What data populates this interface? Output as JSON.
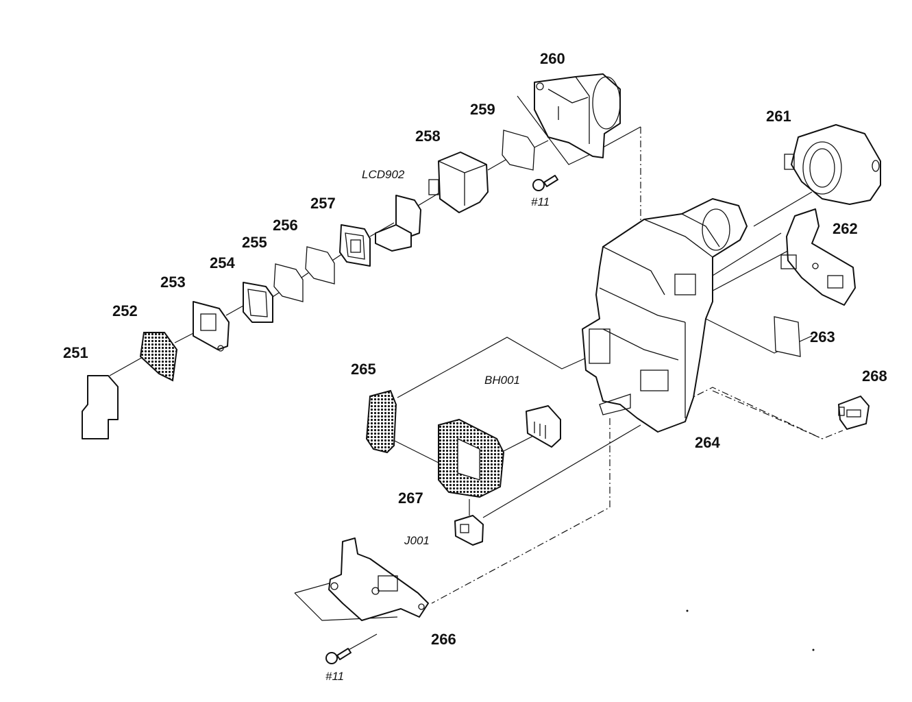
{
  "labels": {
    "p251": "251",
    "p252": "252",
    "p253": "253",
    "p254": "254",
    "p255": "255",
    "p256": "256",
    "p257": "257",
    "p258": "258",
    "p259": "259",
    "p260": "260",
    "p261": "261",
    "p262": "262",
    "p263": "263",
    "p264": "264",
    "p265": "265",
    "p266": "266",
    "p267": "267",
    "p268": "268",
    "lcd902": "LCD902",
    "bh001": "BH001",
    "j001": "J001",
    "screw_top": "#11",
    "screw_bottom": "#11"
  }
}
